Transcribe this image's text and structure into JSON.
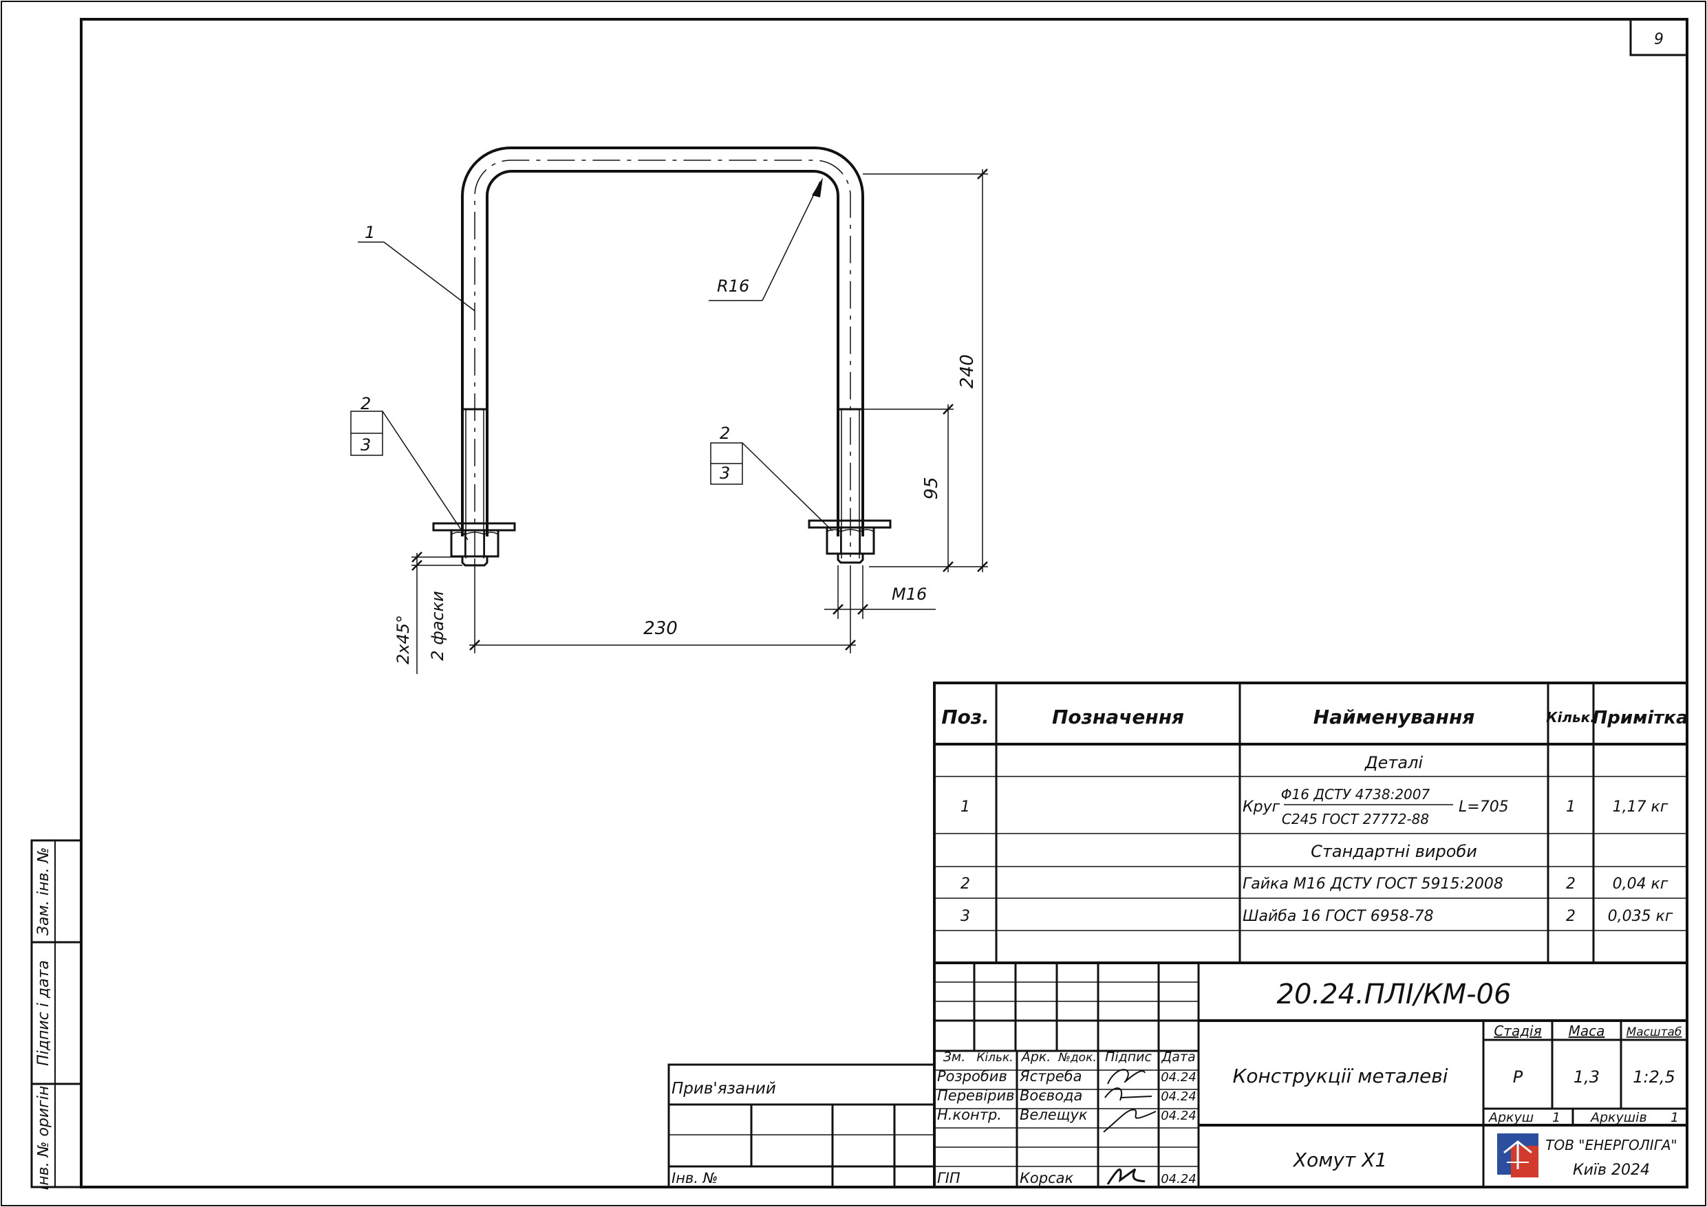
{
  "sheet_number": "9",
  "drawing": {
    "leader_1": "1",
    "leader_2a": "2",
    "leader_3a": "3",
    "leader_2b": "2",
    "leader_3b": "3",
    "radius": "R16",
    "dim_240": "240",
    "dim_95": "95",
    "dim_230": "230",
    "dim_m16": "M16",
    "chamfer": "2x45°",
    "chamfer_count": "2 фаски"
  },
  "spec": {
    "headers": {
      "pos": "Поз.",
      "designation": "Позначення",
      "name": "Найменування",
      "qty": "Кільк.",
      "note": "Примітка"
    },
    "section_details": "Деталі",
    "row1": {
      "pos": "1",
      "name_prefix": "Круг",
      "frac_top": "Φ16 ДСТУ 4738:2007",
      "frac_bottom": "С245 ГОСТ 27772-88",
      "length": "L=705",
      "qty": "1",
      "note": "1,17 кг"
    },
    "section_standard": "Стандартні вироби",
    "row2": {
      "pos": "2",
      "name": "Гайка М16 ДСТУ ГОСТ 5915:2008",
      "qty": "2",
      "note": "0,04 кг"
    },
    "row3": {
      "pos": "3",
      "name": "Шайба 16 ГОСТ 6958-78",
      "qty": "2",
      "note": "0,035 кг"
    }
  },
  "title_block": {
    "doc_code": "20.24.ПЛІ/КМ-06",
    "object": "Конструкції металеві",
    "part": "Хомут Х1",
    "stage_label": "Стадія",
    "mass_label": "Маса",
    "scale_label": "Масштаб",
    "stage": "Р",
    "mass": "1,3",
    "scale": "1:2,5",
    "sheet_label": "Аркуш",
    "sheet_value": "1",
    "sheets_label": "Аркушів",
    "sheets_value": "1",
    "company": "ТОВ \"ЕНЕРГОЛІГА\"",
    "city_year": "Київ 2024",
    "col_zm": "Зм.",
    "col_kilk": "Кільк.",
    "col_ark": "Арк.",
    "col_ndok": "№док.",
    "col_pidpys": "Підпис",
    "col_data": "Дата",
    "r1_role": "Розробив",
    "r1_name": "Ястреба",
    "r1_date": "04.24",
    "r2_role": "Перевірив",
    "r2_name": "Воєвода",
    "r2_date": "04.24",
    "r3_role": "Н.контр.",
    "r3_name": "Велещук",
    "r3_date": "04.24",
    "r4_role": "ГІП",
    "r4_name": "Корсак",
    "r4_date": "04.24",
    "tied": "Прив'язаний",
    "inv_no": "Інв. №"
  },
  "side_stamp": {
    "zam_inv": "Зам. інв. №",
    "pidpys_data": "Підпис і дата",
    "inv_orig": "Інв. № оригін."
  },
  "colors": {
    "ink": "#111111",
    "logo_blue": "#2b4f9e",
    "logo_red": "#d23a2c"
  }
}
